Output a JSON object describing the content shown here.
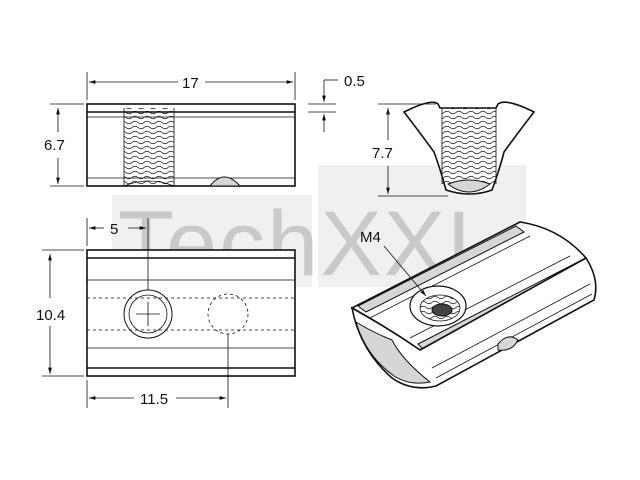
{
  "watermark": {
    "text": "TechXXL",
    "color": "#c9c9c9"
  },
  "dimensions": {
    "top_width": "17",
    "lip": "0.5",
    "side_height": "6.7",
    "front_height": "7.7",
    "offset_hole": "5",
    "plan_height": "10.4",
    "hole_spacing": "11.5",
    "thread": "M4"
  }
}
